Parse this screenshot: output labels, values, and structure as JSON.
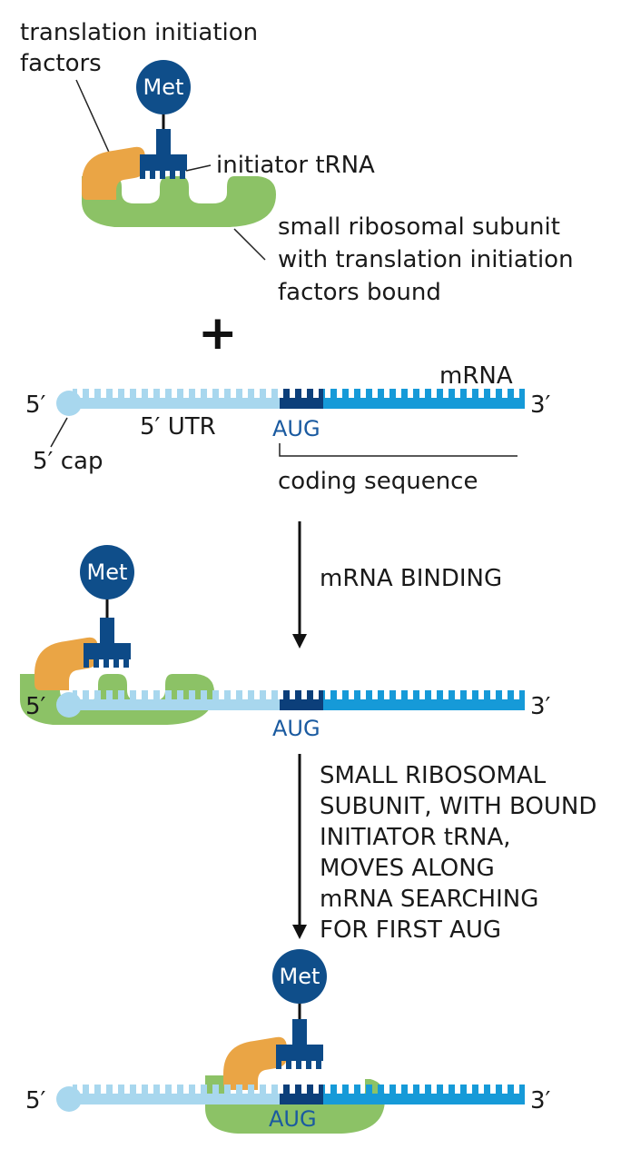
{
  "labels": {
    "translation_initiation_factors": [
      "translation initiation",
      "factors"
    ],
    "initiator_trna": "initiator tRNA",
    "small_subunit": [
      "small ribosomal subunit",
      "with translation initiation",
      "factors bound"
    ],
    "plus": "+",
    "mrna": "mRNA",
    "five_prime": "5′",
    "three_prime": "3′",
    "five_utr": "5′ UTR",
    "aug": "AUG",
    "five_cap": "5′ cap",
    "coding_sequence": "coding sequence",
    "met": "Met"
  },
  "steps": {
    "mrna_binding": "mRNA BINDING",
    "scanning": [
      "SMALL RIBOSOMAL",
      "SUBUNIT, WITH BOUND",
      "INITIATOR tRNA,",
      "MOVES ALONG",
      "mRNA SEARCHING",
      "FOR FIRST AUG"
    ]
  },
  "colors": {
    "met_blue": "#0f4e8a",
    "trna_blue": "#0d4a87",
    "ribosome_green": "#8cc266",
    "factor_orange": "#eaa545",
    "utr_light_blue": "#a8d7ee",
    "coding_blue": "#169ad8",
    "aug_dark_blue": "#0c3f7a",
    "cap_blue": "#a8d7ee"
  }
}
